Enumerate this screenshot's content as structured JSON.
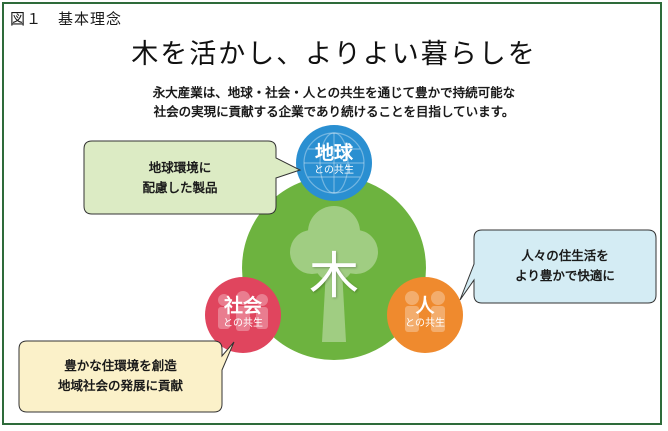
{
  "figure_label": "図１　基本理念",
  "title": "木を活かし、よりよい暮らしを",
  "description": {
    "line1": "永大産業は、地球・社会・人との共生を通じて豊かで持続可能な",
    "line2": "社会の実現に貢献する企業であり続けることを目指しています。"
  },
  "center": {
    "label": "木"
  },
  "circles": {
    "earth": {
      "title": "地球",
      "subtitle": "との共生"
    },
    "society": {
      "title": "社会",
      "subtitle": "との共生"
    },
    "people": {
      "title": "人",
      "subtitle": "との共生"
    }
  },
  "callouts": {
    "earth": {
      "line1": "地球環境に",
      "line2": "配慮した製品"
    },
    "people": {
      "line1": "人々の住生活を",
      "line2": "より豊かで快適に"
    },
    "society": {
      "line1": "豊かな住環境を創造",
      "line2": "地域社会の発展に貢献"
    }
  },
  "colors": {
    "frame": "#2e6b3a",
    "center_circle": "#6db33f",
    "earth": "#2a8fd1",
    "society": "#e0455e",
    "people": "#ef8a2e",
    "callout_green": "#dcebc4",
    "callout_blue": "#d4ecf4",
    "callout_yellow": "#fbf1c9"
  }
}
